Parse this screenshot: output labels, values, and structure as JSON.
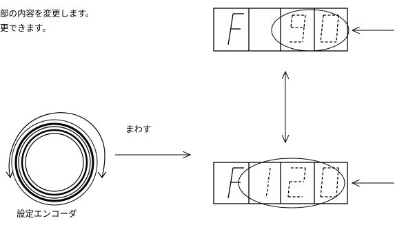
{
  "texts": {
    "line1": "部の内容を変更します。",
    "line2": "更できます。",
    "rotate": "まわす",
    "encoder": "設定エンコーダ"
  },
  "colors": {
    "ink": "#000000",
    "paper": "#ffffff"
  },
  "displays": [
    {
      "name": "display-top",
      "mode_char": "F",
      "digits": [
        "9",
        "0"
      ],
      "digits_dashed": true
    },
    {
      "name": "display-bottom",
      "mode_char": "F",
      "digits": [
        "1",
        "2",
        "0"
      ],
      "digits_dashed": true
    }
  ],
  "icons": {
    "encoder": "rotary-encoder-knob-icon",
    "rotation": "curved-double-arrow-icon"
  }
}
